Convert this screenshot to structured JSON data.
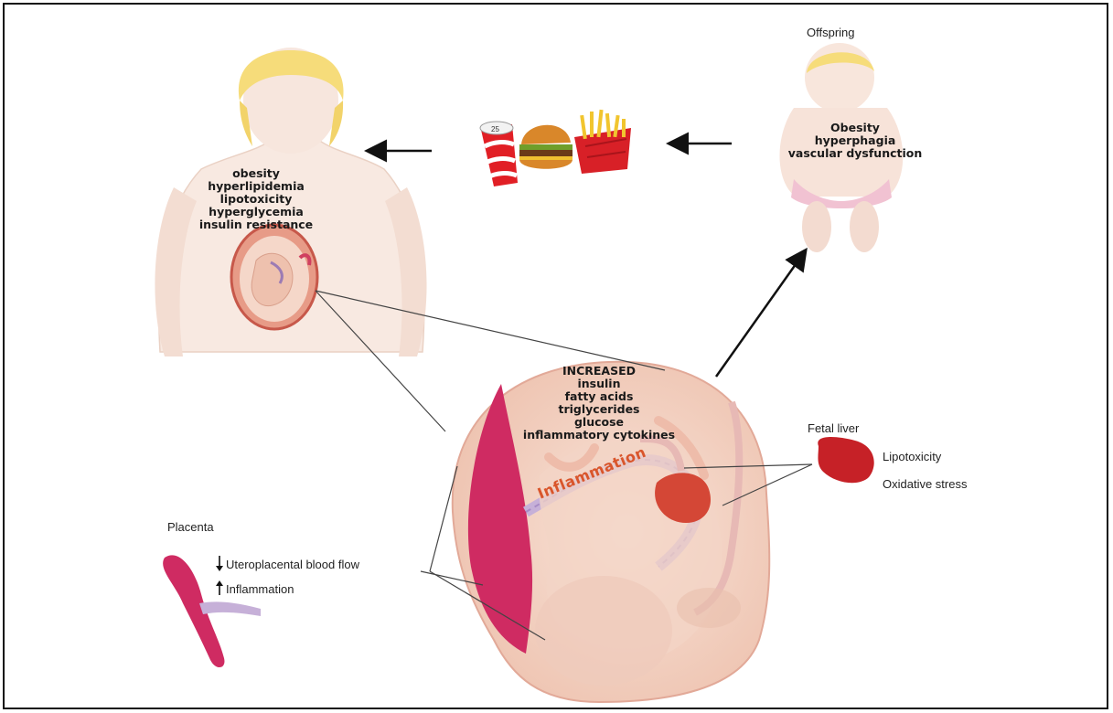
{
  "offspring": {
    "title": "Offspring",
    "conditions": [
      "Obesity",
      "hyperphagia",
      "vascular dysfunction"
    ]
  },
  "mother": {
    "conditions": [
      "obesity",
      "hyperlipidemia",
      "lipotoxicity",
      "hyperglycemia",
      "insulin resistance"
    ]
  },
  "fetus": {
    "header": "INCREASED",
    "increased_items": [
      "insulin",
      "fatty acids",
      "triglycerides",
      "glucose",
      "inflammatory cytokines"
    ],
    "inflammation_label": "Inflammation"
  },
  "fetal_liver": {
    "title": "Fetal liver",
    "effects": [
      "Lipotoxicity",
      "Oxidative stress"
    ]
  },
  "placenta": {
    "title": "Placenta",
    "effects": [
      {
        "arrow": "down",
        "label": "Uteroplacental blood flow"
      },
      {
        "arrow": "up",
        "label": "Inflammation"
      }
    ]
  },
  "colors": {
    "skin": "#f6e1d6",
    "placenta": "#cf2b62",
    "liver": "#c62127",
    "hair": "#f6dc7a",
    "arrow": "#111111"
  }
}
